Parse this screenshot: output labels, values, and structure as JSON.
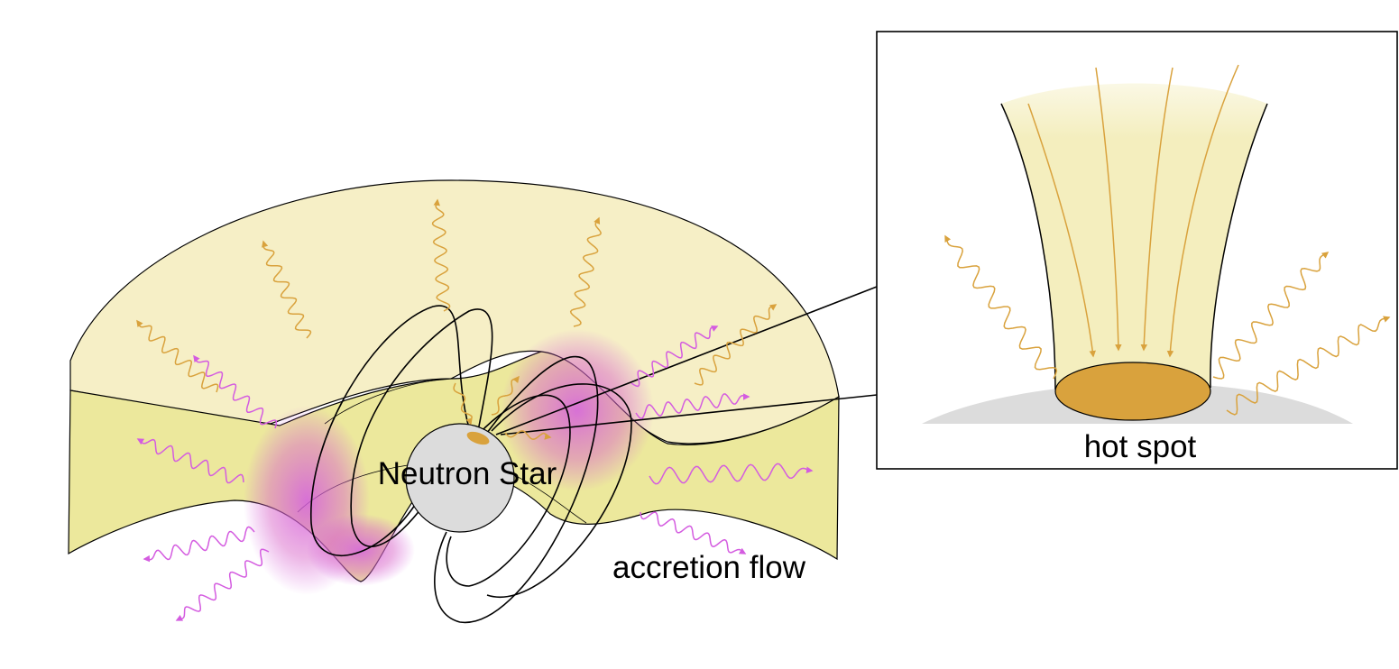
{
  "labels": {
    "neutron_star": "Neutron Star",
    "accretion_flow": "accretion flow",
    "hot_spot": "hot spot"
  },
  "colors": {
    "hot_component": "#d9a23d",
    "warm_component": "#d45ce0",
    "upper_envelope": "#f6efc6",
    "accretion_band": "#ece89c",
    "star": "#dcdcdc",
    "hot_spot": "#d9a23d",
    "outline": "#000000"
  },
  "icons": [
    "wavy-photon-arrow-icon",
    "field-line-loop-icon",
    "hot-spot-icon"
  ]
}
